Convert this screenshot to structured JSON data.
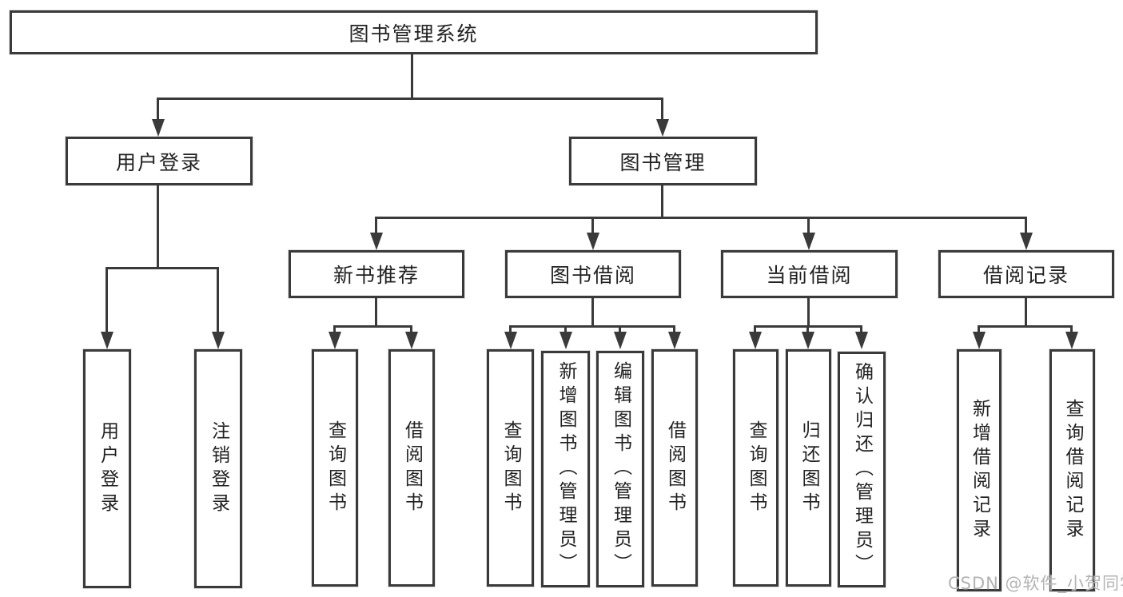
{
  "diagram": {
    "root": {
      "label": "图书管理系统"
    },
    "branches": [
      {
        "label": "用户登录",
        "children": [
          {
            "label": "用户登录"
          },
          {
            "label": "注销登录"
          }
        ]
      },
      {
        "label": "图书管理",
        "children": [
          {
            "label": "新书推荐",
            "children": [
              {
                "label": "查询图书"
              },
              {
                "label": "借阅图书"
              }
            ]
          },
          {
            "label": "图书借阅",
            "children": [
              {
                "label": "查询图书"
              },
              {
                "label": "新增图书（管理员）"
              },
              {
                "label": "编辑图书（管理员）"
              },
              {
                "label": "借阅图书"
              }
            ]
          },
          {
            "label": "当前借阅",
            "children": [
              {
                "label": "查询图书"
              },
              {
                "label": "归还图书"
              },
              {
                "label": "确认归还（管理员）"
              }
            ]
          },
          {
            "label": "借阅记录",
            "children": [
              {
                "label": "新增借阅记录"
              },
              {
                "label": "查询借阅记录"
              }
            ]
          }
        ]
      }
    ],
    "watermark": "CSDN @软件_小贺同学",
    "colors": {
      "line": "#3a3a3a",
      "text": "#222222",
      "background": "#ffffff",
      "watermark": "#b3b3b3"
    }
  }
}
